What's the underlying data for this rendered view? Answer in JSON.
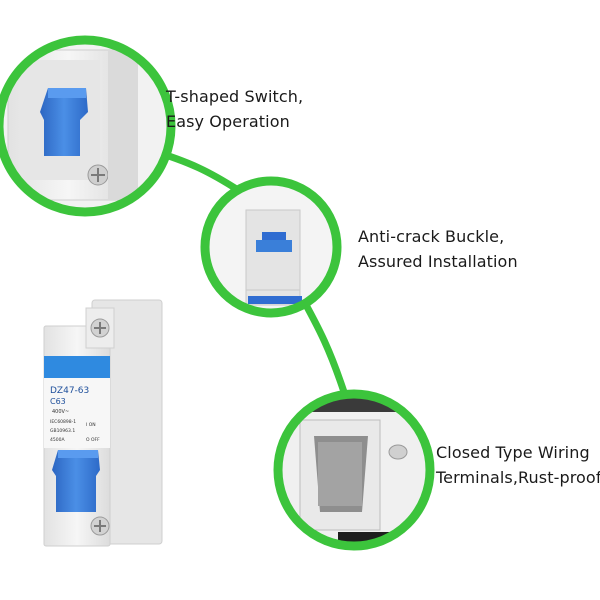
{
  "features": [
    {
      "line1": "T-shaped Switch,",
      "line2": "Easy Operation"
    },
    {
      "line1": "Anti-crack Buckle,",
      "line2": "Assured Installation"
    },
    {
      "line1": "Closed Type Wiring",
      "line2": "Terminals,Rust-proof"
    }
  ],
  "breaker_label": {
    "model": "DZ47-63",
    "rating": "C63",
    "voltage": "400V~",
    "std1": "IEC60898-1",
    "std2": "GB10963.1",
    "capacity": "4500A",
    "on_text": "I ON",
    "off_text": "O OFF"
  },
  "colors": {
    "accent_green": "#3cc43c",
    "switch_blue": "#3a7fd9",
    "label_blue": "#2f8ae0",
    "body_white": "#eeeeee"
  }
}
